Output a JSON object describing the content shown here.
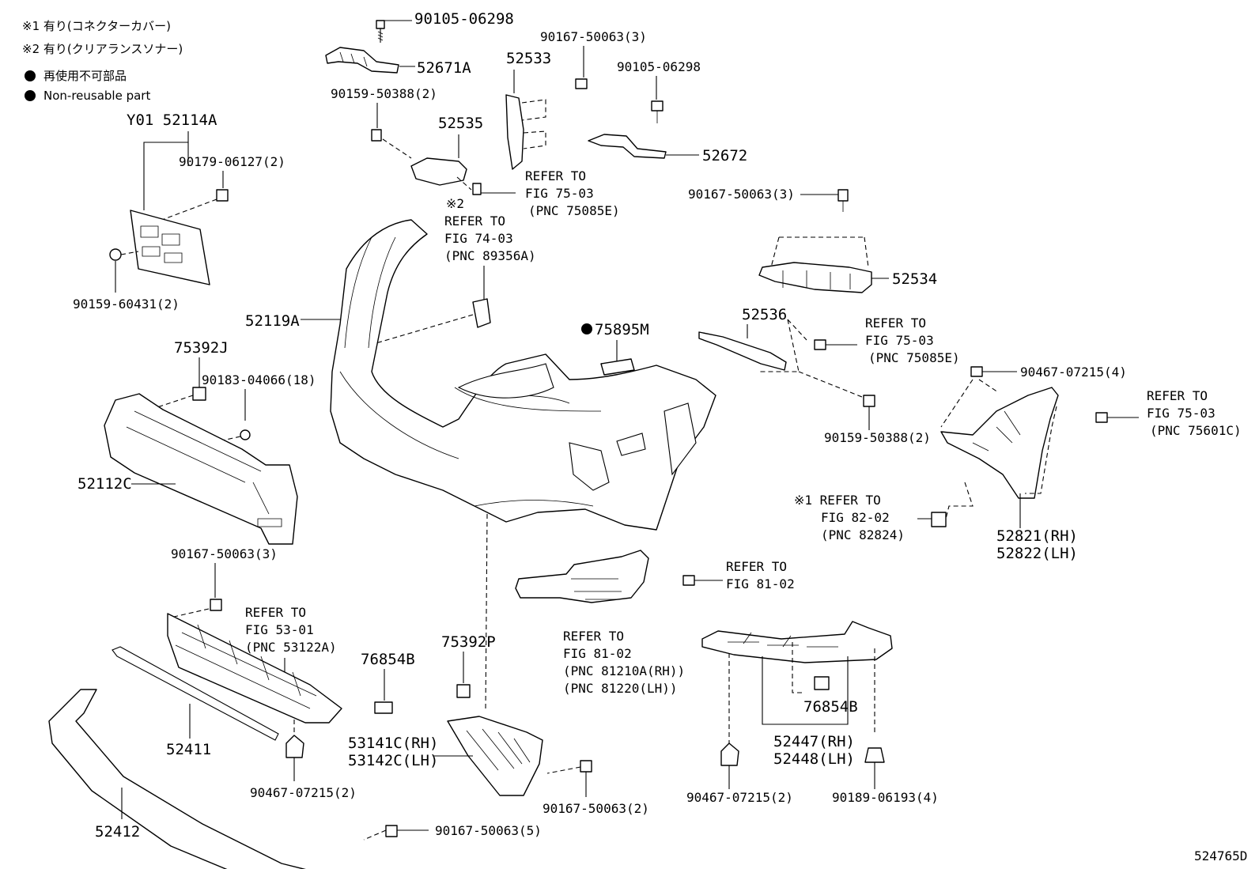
{
  "legend": {
    "note1": "※1 有り(コネクターカバー)",
    "note2": "※2 有り(クリアランスソナー)",
    "nonreusable_jp": "再使用不可部品",
    "nonreusable_en": "Non-reusable part"
  },
  "diagram_id": "524765D",
  "callouts": {
    "p9010506298_top": "90105-06298",
    "p52671A": "52671A",
    "p9015950388_top": "90159-50388(2)",
    "p52533": "52533",
    "p9016750063_a": "90167-50063(3)",
    "p9010506298_r": "90105-06298",
    "p52535": "52535",
    "p52672": "52672",
    "ref7503_a1": "REFER TO",
    "ref7503_a2": "FIG 75-03",
    "ref7503_a3": "(PNC 75085E)",
    "p9016750063_b": "90167-50063(3)",
    "note2_mark": "※2",
    "ref7403_1": "REFER TO",
    "ref7403_2": "FIG 74-03",
    "ref7403_3": "(PNC 89356A)",
    "p52534": "52534",
    "pY01": "Y01 52114A",
    "p9017906127": "90179-06127(2)",
    "p9015960431": "90159-60431(2)",
    "p52119A": "52119A",
    "p52536": "52536",
    "ref7503_b1": "REFER TO",
    "ref7503_b2": "FIG 75-03",
    "ref7503_b3": "(PNC 75085E)",
    "p75895M": "75895M",
    "p75392J": "75392J",
    "p9018304066": "90183-04066(18)",
    "p9046707215_r": "90467-07215(4)",
    "ref7503_c1": "REFER TO",
    "ref7503_c2": "FIG 75-03",
    "ref7503_c3": "(PNC 75601C)",
    "p9015950388_r": "90159-50388(2)",
    "p52112C": "52112C",
    "note1_ref1": "※1 REFER TO",
    "ref8202_2": "FIG 82-02",
    "ref8202_3": "(PNC 82824)",
    "p52821": "52821(RH)",
    "p52822": "52822(LH)",
    "p9016750063_c": "90167-50063(3)",
    "ref8102_a1": "REFER TO",
    "ref8102_a2": "FIG 81-02",
    "ref5301_1": "REFER TO",
    "ref5301_2": "FIG 53-01",
    "ref5301_3": "(PNC 53122A)",
    "p75392P": "75392P",
    "ref8102_b1": "REFER TO",
    "ref8102_b2": "FIG 81-02",
    "ref8102_b3": "(PNC 81210A(RH))",
    "ref8102_b4": "(PNC 81220(LH))",
    "p76854B_l": "76854B",
    "p76854B_r": "76854B",
    "p53141C": "53141C(RH)",
    "p53142C": "53142C(LH)",
    "p52411": "52411",
    "p52447": "52447(RH)",
    "p52448": "52448(LH)",
    "p9046707215_a": "90467-07215(2)",
    "p9016750063_d": "90167-50063(2)",
    "p9046707215_b": "90467-07215(2)",
    "p9018906193": "90189-06193(4)",
    "p52412": "52412",
    "p9016750063_e": "90167-50063(5)"
  }
}
